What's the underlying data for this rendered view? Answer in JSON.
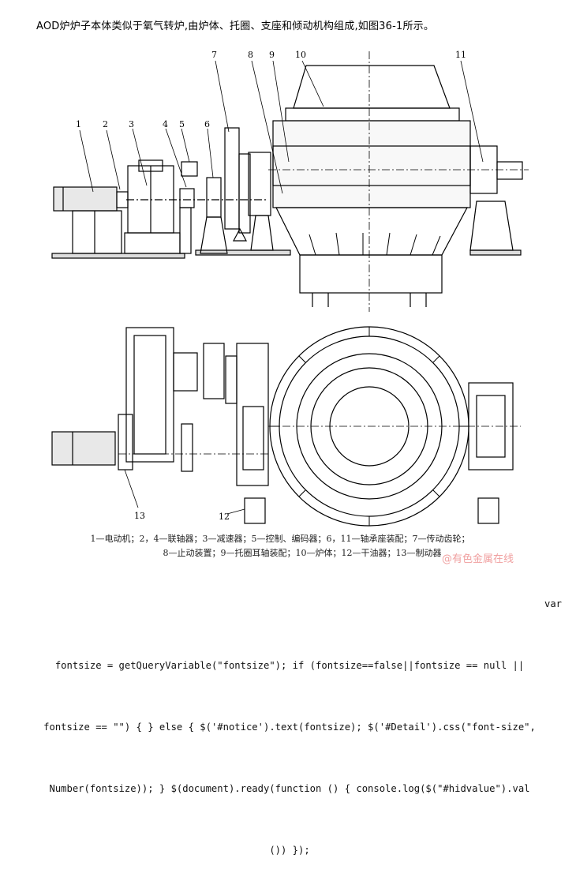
{
  "intro_text": "AOD炉炉子本体类似于氧气转炉,由炉体、托圈、支座和倾动机构组成,如图36-1所示。",
  "figure": {
    "callouts": [
      "1",
      "2",
      "3",
      "4",
      "5",
      "6",
      "7",
      "8",
      "9",
      "10",
      "11",
      "12",
      "13"
    ],
    "legend_line1": "1—电动机；2，4—联轴器；3—减速器；5—控制、编码器；6，11—轴承座装配；7—传动齿轮；",
    "legend_line2": "8—止动装置；9—托圈耳轴装配；10—炉体；12—干油器；13—制动器"
  },
  "watermark": "@有色金属在线",
  "code_lines": [
    "var",
    "fontsize = getQueryVariable(\"fontsize\"); if (fontsize==false||fontsize == null ||",
    "fontsize == \"\") { } else { $('#notice').text(fontsize); $('#Detail').css(\"font-size\",",
    "Number(fontsize)); } $(document).ready(function () { console.log($(\"#hidvalue\").val",
    "()) });"
  ]
}
